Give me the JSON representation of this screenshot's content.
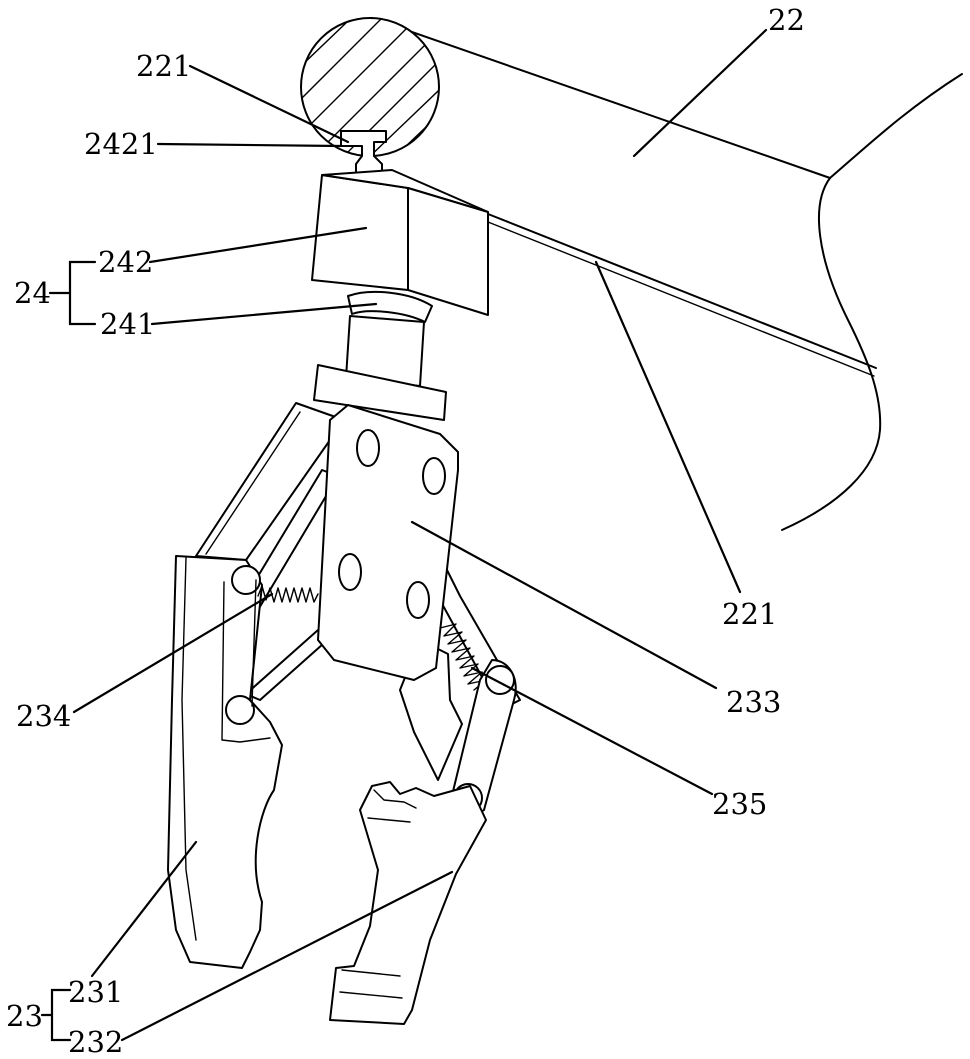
{
  "labels": {
    "l22": "22",
    "l221_top": "221",
    "l2421": "2421",
    "l24": "24",
    "l242": "242",
    "l241": "241",
    "l221_right": "221",
    "l233": "233",
    "l234": "234",
    "l235": "235",
    "l23": "23",
    "l231": "231",
    "l232": "232"
  }
}
